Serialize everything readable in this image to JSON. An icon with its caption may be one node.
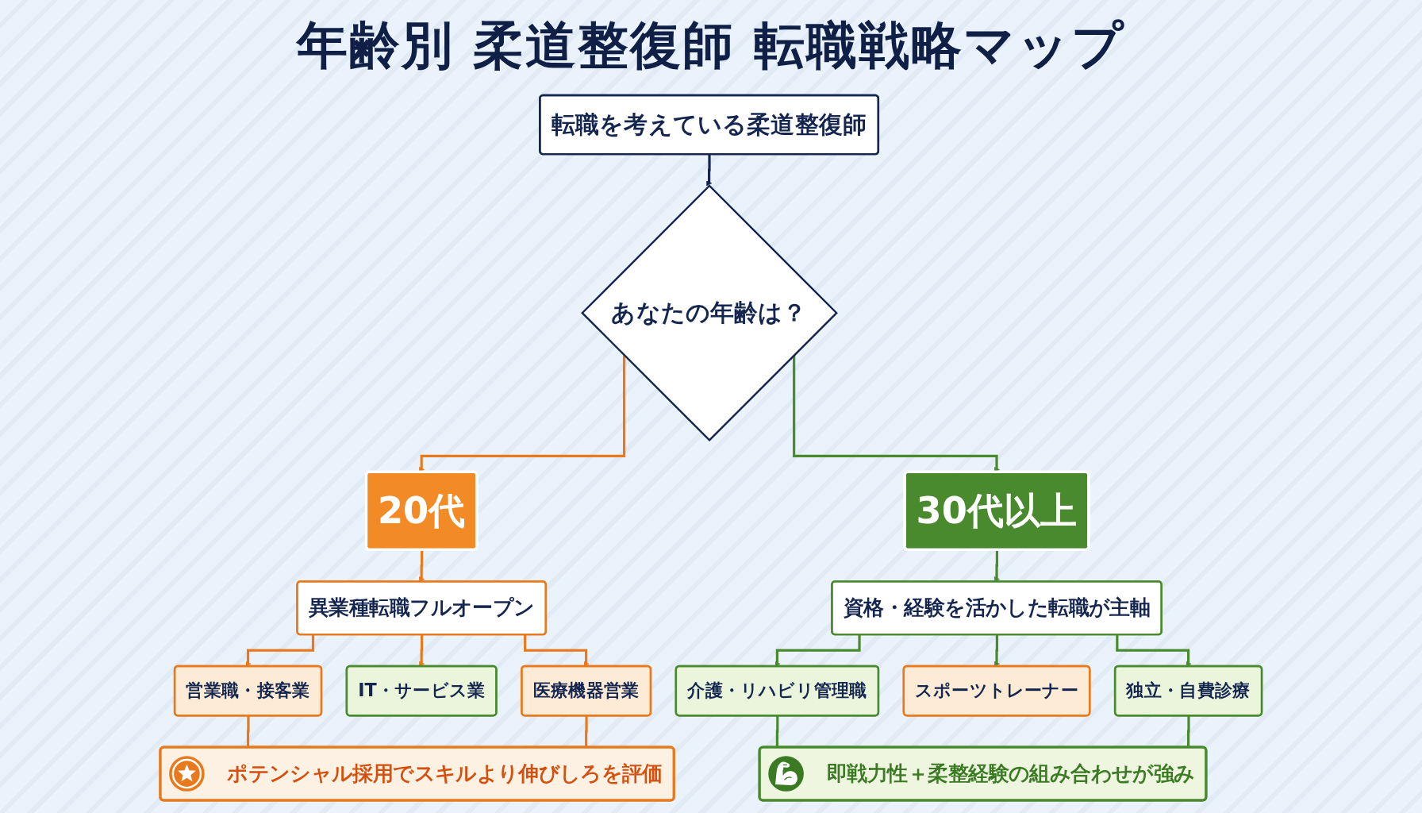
{
  "diagram": {
    "title": "年齢別 柔道整復師 転職戦略マップ",
    "nodes": [
      {
        "text": [
          "転職を考えている柔道整復師"
        ]
      },
      {
        "text": [
          "あなたの年齢は？"
        ]
      },
      {
        "text": [
          "20代"
        ]
      },
      {
        "text": [
          "30代以上"
        ]
      },
      {
        "text": [
          "異業種転職フルオープン"
        ]
      },
      {
        "text": [
          "資格・経験を活かした転職が主軸"
        ]
      },
      {
        "text": [
          "営業職・接客業"
        ]
      },
      {
        "text": [
          "IT・サービス業"
        ]
      },
      {
        "text": [
          "医療機器営業"
        ]
      },
      {
        "text": [
          "介護・リハビリ管理職"
        ]
      },
      {
        "text": [
          "スポーツトレーナー"
        ]
      },
      {
        "text": [
          "独立・自費診療"
        ]
      },
      {
        "text": [
          "ポテンシャル採用でスキルより伸びしろを評価"
        ]
      },
      {
        "text": [
          "即戦力性＋柔整経験の組み合わせが強み"
        ]
      }
    ],
    "edges": [
      {
        "from": 0,
        "to": 1,
        "arrow": "to",
        "color": "#14264f"
      },
      {
        "from": 1,
        "to": 2,
        "arrow": "to",
        "color": "#e8791c"
      },
      {
        "from": 1,
        "to": 3,
        "arrow": "to",
        "color": "#4a8a2f"
      },
      {
        "from": 2,
        "to": 4,
        "arrow": "to",
        "color": "#e8791c"
      },
      {
        "from": 3,
        "to": 5,
        "arrow": "to",
        "color": "#4a8a2f"
      },
      {
        "from": 4,
        "to": 6,
        "arrow": "to",
        "color": "#e8791c"
      },
      {
        "from": 4,
        "to": 7,
        "arrow": "to",
        "color": "#e8791c"
      },
      {
        "from": 4,
        "to": 8,
        "arrow": "to",
        "color": "#e8791c"
      },
      {
        "from": 5,
        "to": 9,
        "arrow": "to",
        "color": "#4a8a2f"
      },
      {
        "from": 5,
        "to": 10,
        "arrow": "to",
        "color": "#4a8a2f"
      },
      {
        "from": 5,
        "to": 11,
        "arrow": "to",
        "color": "#4a8a2f"
      },
      {
        "from": 6,
        "to": 12,
        "arrow": "none",
        "color": "#e8791c"
      },
      {
        "from": 8,
        "to": 12,
        "arrow": "none",
        "color": "#e8791c"
      },
      {
        "from": 9,
        "to": 13,
        "arrow": "none",
        "color": "#4a8a2f"
      },
      {
        "from": 11,
        "to": 13,
        "arrow": "none",
        "color": "#4a8a2f"
      }
    ]
  }
}
